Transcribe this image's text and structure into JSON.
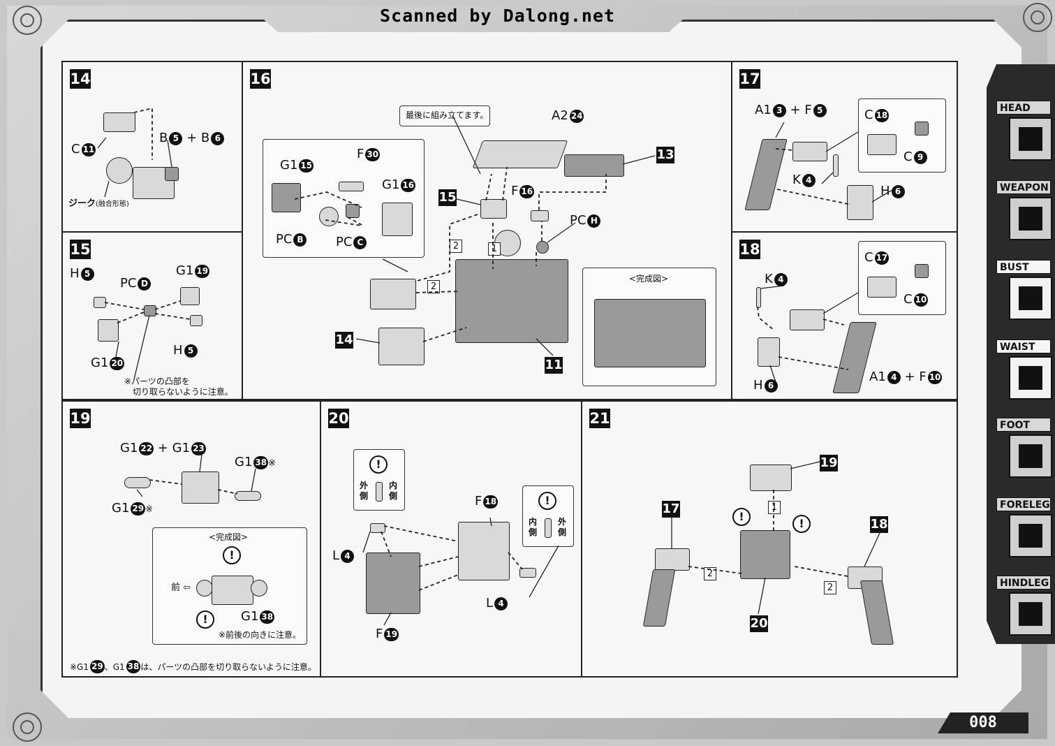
{
  "watermark": "Scanned by Dalong.net",
  "page_number": "008",
  "tabs": [
    {
      "label": "HEAD",
      "active": false
    },
    {
      "label": "WEAPON",
      "active": false
    },
    {
      "label": "BUST",
      "active": true
    },
    {
      "label": "WAIST",
      "active": true
    },
    {
      "label": "FOOT",
      "active": false
    },
    {
      "label": "FORELEG",
      "active": false
    },
    {
      "label": "HINDLEG",
      "active": false
    }
  ],
  "steps": {
    "s14": {
      "number": "14",
      "c_letter": "C",
      "c_num": "11",
      "b_letter": "B",
      "b_num1": "5",
      "b_num2": "6",
      "plus": "+",
      "zeke": "ジーク",
      "zeke_note": "(融合形態)"
    },
    "s15": {
      "number": "15",
      "h_letter": "H",
      "h_num": "5",
      "pc_letter": "PC",
      "pc_code": "D",
      "g1_letter": "G1",
      "g1_num_a": "19",
      "g1_num_b": "20",
      "h2_letter": "H",
      "h2_num": "5",
      "note_line1": "※パーツの凸部を",
      "note_line2": "切り取らないように注意。"
    },
    "s16": {
      "number": "16",
      "last_note": "最後に組み立てます。",
      "a2_letter": "A2",
      "a2_num": "24",
      "g1_letter": "G1",
      "g1_num_a": "15",
      "g1_num_b": "16",
      "f_letter": "F",
      "f_num_a": "30",
      "f_num_b": "16",
      "pc_b_letter": "PC",
      "pc_b_code": "B",
      "pc_c_letter": "PC",
      "pc_c_code": "C",
      "pc_h_letter": "PC",
      "pc_h_code": "H",
      "ref13": "13",
      "ref14": "14",
      "ref15": "15",
      "ref11": "11",
      "seq1": "1",
      "seq2a": "2",
      "seq2b": "2",
      "complete_label": "<完成図>"
    },
    "s17": {
      "number": "17",
      "a1_letter": "A1",
      "a1_num": "3",
      "f_letter": "F",
      "f_num": "5",
      "plus": "+",
      "c_letter": "C",
      "c_num_a": "18",
      "c_num_b": "9",
      "k_letter": "K",
      "k_num": "4",
      "h_letter": "H",
      "h_num": "6"
    },
    "s18": {
      "number": "18",
      "k_letter": "K",
      "k_num": "4",
      "c_letter": "C",
      "c_num_a": "17",
      "c_num_b": "10",
      "h_letter": "H",
      "h_num": "6",
      "a1_letter": "A1",
      "a1_num": "4",
      "f_letter": "F",
      "f_num": "10",
      "plus": "+"
    },
    "s19": {
      "number": "19",
      "g1_letter": "G1",
      "g1_num_a": "22",
      "g1_num_b": "23",
      "g1_num_c": "38",
      "g1_num_d": "29",
      "g1_num_e": "38",
      "plus": "+",
      "mark": "※",
      "complete_label": "<完成図>",
      "front_label": "前",
      "note_direction": "※前後の向きに注意。",
      "footer_note_pre": "※G1",
      "footer_num_a": "29",
      "footer_mid": "、G1",
      "footer_num_b": "38",
      "footer_note_post": "は、パーツの凸部を切り取らないように注意。"
    },
    "s20": {
      "number": "20",
      "outer": "外側",
      "inner": "内側",
      "f_letter": "F",
      "f_num_a": "18",
      "f_num_b": "19",
      "l_letter": "L",
      "l_num_a": "4",
      "l_num_b": "4"
    },
    "s21": {
      "number": "21",
      "ref19": "19",
      "ref17": "17",
      "ref18": "18",
      "ref20": "20",
      "seq1": "1",
      "seq2a": "2",
      "seq2b": "2"
    }
  },
  "warn_symbol": "!"
}
